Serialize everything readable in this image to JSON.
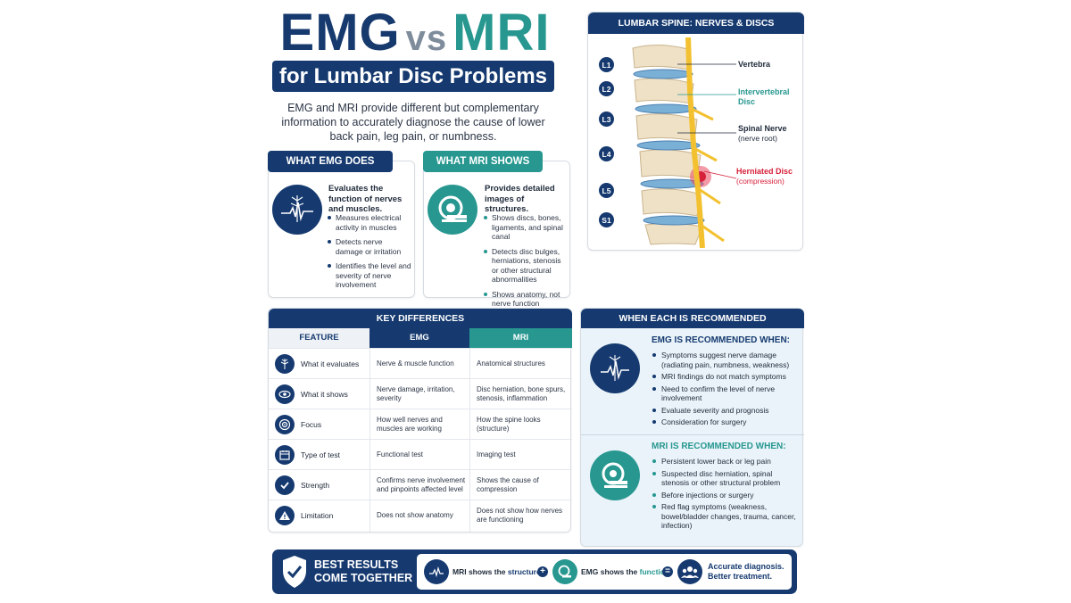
{
  "title": {
    "emg": "EMG",
    "vs": "vs",
    "mri": "MRI",
    "subtitle": "for Lumbar Disc Problems"
  },
  "intro": "EMG and MRI provide different but complementary information to accurately diagnose the cause of lower back pain, leg pain, or numbness.",
  "emg_card": {
    "tag": "WHAT EMG DOES",
    "heading": "Evaluates the function of nerves and muscles.",
    "bullets": [
      "Measures electrical activity in muscles",
      "Detects nerve damage or irritation",
      "Identifies the level and severity of nerve involvement"
    ]
  },
  "mri_card": {
    "tag": "WHAT MRI SHOWS",
    "heading": "Provides detailed images of structures.",
    "bullets": [
      "Shows discs, bones, ligaments, and spinal canal",
      "Detects disc bulges, herniations, stenosis or other structural abnormalities",
      "Shows anatomy, not nerve function"
    ]
  },
  "spine": {
    "title": "LUMBAR SPINE: NERVES & DISCS",
    "levels": [
      "L1",
      "L2",
      "L3",
      "L4",
      "L5",
      "S1"
    ],
    "labels": {
      "vertebra": "Vertebra",
      "disc_1": "Intervertebral",
      "disc_2": "Disc",
      "nerve": "Spinal Nerve",
      "nerve_sub": "(nerve root)",
      "herniated": "Herniated Disc",
      "herniated_sub": "(compression)"
    }
  },
  "key_differences": {
    "title": "KEY DIFFERENCES",
    "columns": [
      "FEATURE",
      "EMG",
      "MRI"
    ],
    "rows": [
      {
        "feature": "What it evaluates",
        "emg": "Nerve & muscle function",
        "mri": "Anatomical structures",
        "icon": "nerve-icon"
      },
      {
        "feature": "What it shows",
        "emg": "Nerve damage, irritation, severity",
        "mri": "Disc herniation, bone spurs, stenosis, inflammation",
        "icon": "eye-icon"
      },
      {
        "feature": "Focus",
        "emg": "How well nerves and muscles are working",
        "mri": "How the spine looks (structure)",
        "icon": "target-icon"
      },
      {
        "feature": "Type of test",
        "emg": "Functional test",
        "mri": "Imaging test",
        "icon": "calendar-icon"
      },
      {
        "feature": "Strength",
        "emg": "Confirms nerve involvement and pinpoints affected level",
        "mri": "Shows the cause of compression",
        "icon": "check-icon"
      },
      {
        "feature": "Limitation",
        "emg": "Does not show anatomy",
        "mri": "Does not show how nerves are functioning",
        "icon": "warning-icon"
      }
    ]
  },
  "when_recommended": {
    "title": "WHEN EACH IS RECOMMENDED",
    "emg_title": "EMG IS RECOMMENDED WHEN:",
    "emg_items": [
      "Symptoms suggest nerve damage (radiating pain, numbness, weakness)",
      "MRI findings do not match symptoms",
      "Need to confirm the level of nerve involvement",
      "Evaluate severity and prognosis",
      "Consideration for surgery"
    ],
    "mri_title": "MRI IS RECOMMENDED WHEN:",
    "mri_items": [
      "Persistent lower back or leg pain",
      "Suspected disc herniation, spinal stenosis or other structural problem",
      "Before injections or surgery",
      "Red flag symptoms (weakness, bowel/bladder changes, trauma, cancer, infection)"
    ]
  },
  "banner": {
    "line1": "BEST RESULTS",
    "line2": "COME TOGETHER",
    "mri_pre": "MRI shows the ",
    "mri_key": "structure.",
    "emg_pre": "EMG shows the ",
    "emg_key": "function.",
    "result1": "Accurate diagnosis.",
    "result2": "Better treatment.",
    "plus": "+",
    "equals": "="
  },
  "colors": {
    "navy": "#163a70",
    "teal": "#279790",
    "red": "#d6213a",
    "spine_yellow": "#f3c130"
  }
}
